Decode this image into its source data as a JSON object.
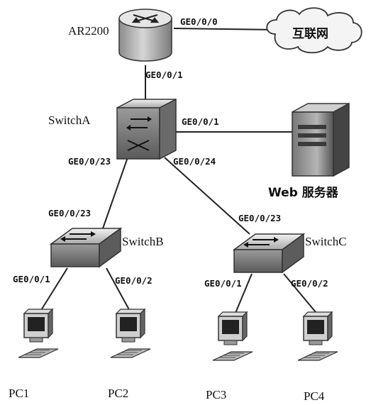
{
  "devices": {
    "router": {
      "label": "AR2200",
      "icon": "router-icon"
    },
    "switch_a": {
      "label": "SwitchA",
      "icon": "core-switch-icon"
    },
    "switch_b": {
      "label": "SwitchB",
      "icon": "switch-icon"
    },
    "switch_c": {
      "label": "SwitchC",
      "icon": "switch-icon"
    },
    "internet": {
      "label": "互联网",
      "icon": "cloud-icon"
    },
    "web_server": {
      "label": "Web 服务器",
      "icon": "server-icon"
    },
    "pcs": [
      {
        "label": "PC1",
        "icon": "pc-icon"
      },
      {
        "label": "PC2",
        "icon": "pc-icon"
      },
      {
        "label": "PC3",
        "icon": "pc-icon"
      },
      {
        "label": "PC4",
        "icon": "pc-icon"
      }
    ]
  },
  "ports": {
    "router_internet": "GE0/0/0",
    "router_down": "GE0/0/1",
    "sa_server": "GE0/0/1",
    "sa_b": "GE0/0/23",
    "sa_c": "GE0/0/24",
    "sb_up": "GE0/0/23",
    "sc_up": "GE0/0/23",
    "sb_pc1": "GE0/0/1",
    "sb_pc2": "GE0/0/2",
    "sc_pc3": "GE0/0/1",
    "sc_pc4": "GE0/0/2"
  }
}
